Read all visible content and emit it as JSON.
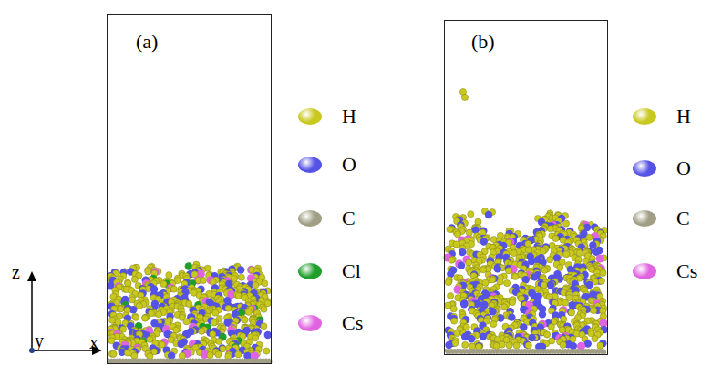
{
  "diagram": {
    "nodes": [
      {
        "text": [
          "(a)"
        ]
      },
      {
        "text": [
          "(b)"
        ]
      }
    ],
    "labels": [
      "z",
      "y",
      "x"
    ],
    "legend": [
      {
        "text": "H",
        "color": "#c8c81e"
      },
      {
        "text": "O",
        "color": "#5552e6"
      },
      {
        "text": "C",
        "color": "#a09e84"
      },
      {
        "text": "Cl",
        "color": "#1f9e2a"
      },
      {
        "text": "Cs",
        "color": "#e064e0"
      },
      {
        "text": "H",
        "color": "#c8c81e"
      },
      {
        "text": "O",
        "color": "#5552e6"
      },
      {
        "text": "C",
        "color": "#a09e84"
      },
      {
        "text": "Cs",
        "color": "#e064e0"
      }
    ]
  }
}
